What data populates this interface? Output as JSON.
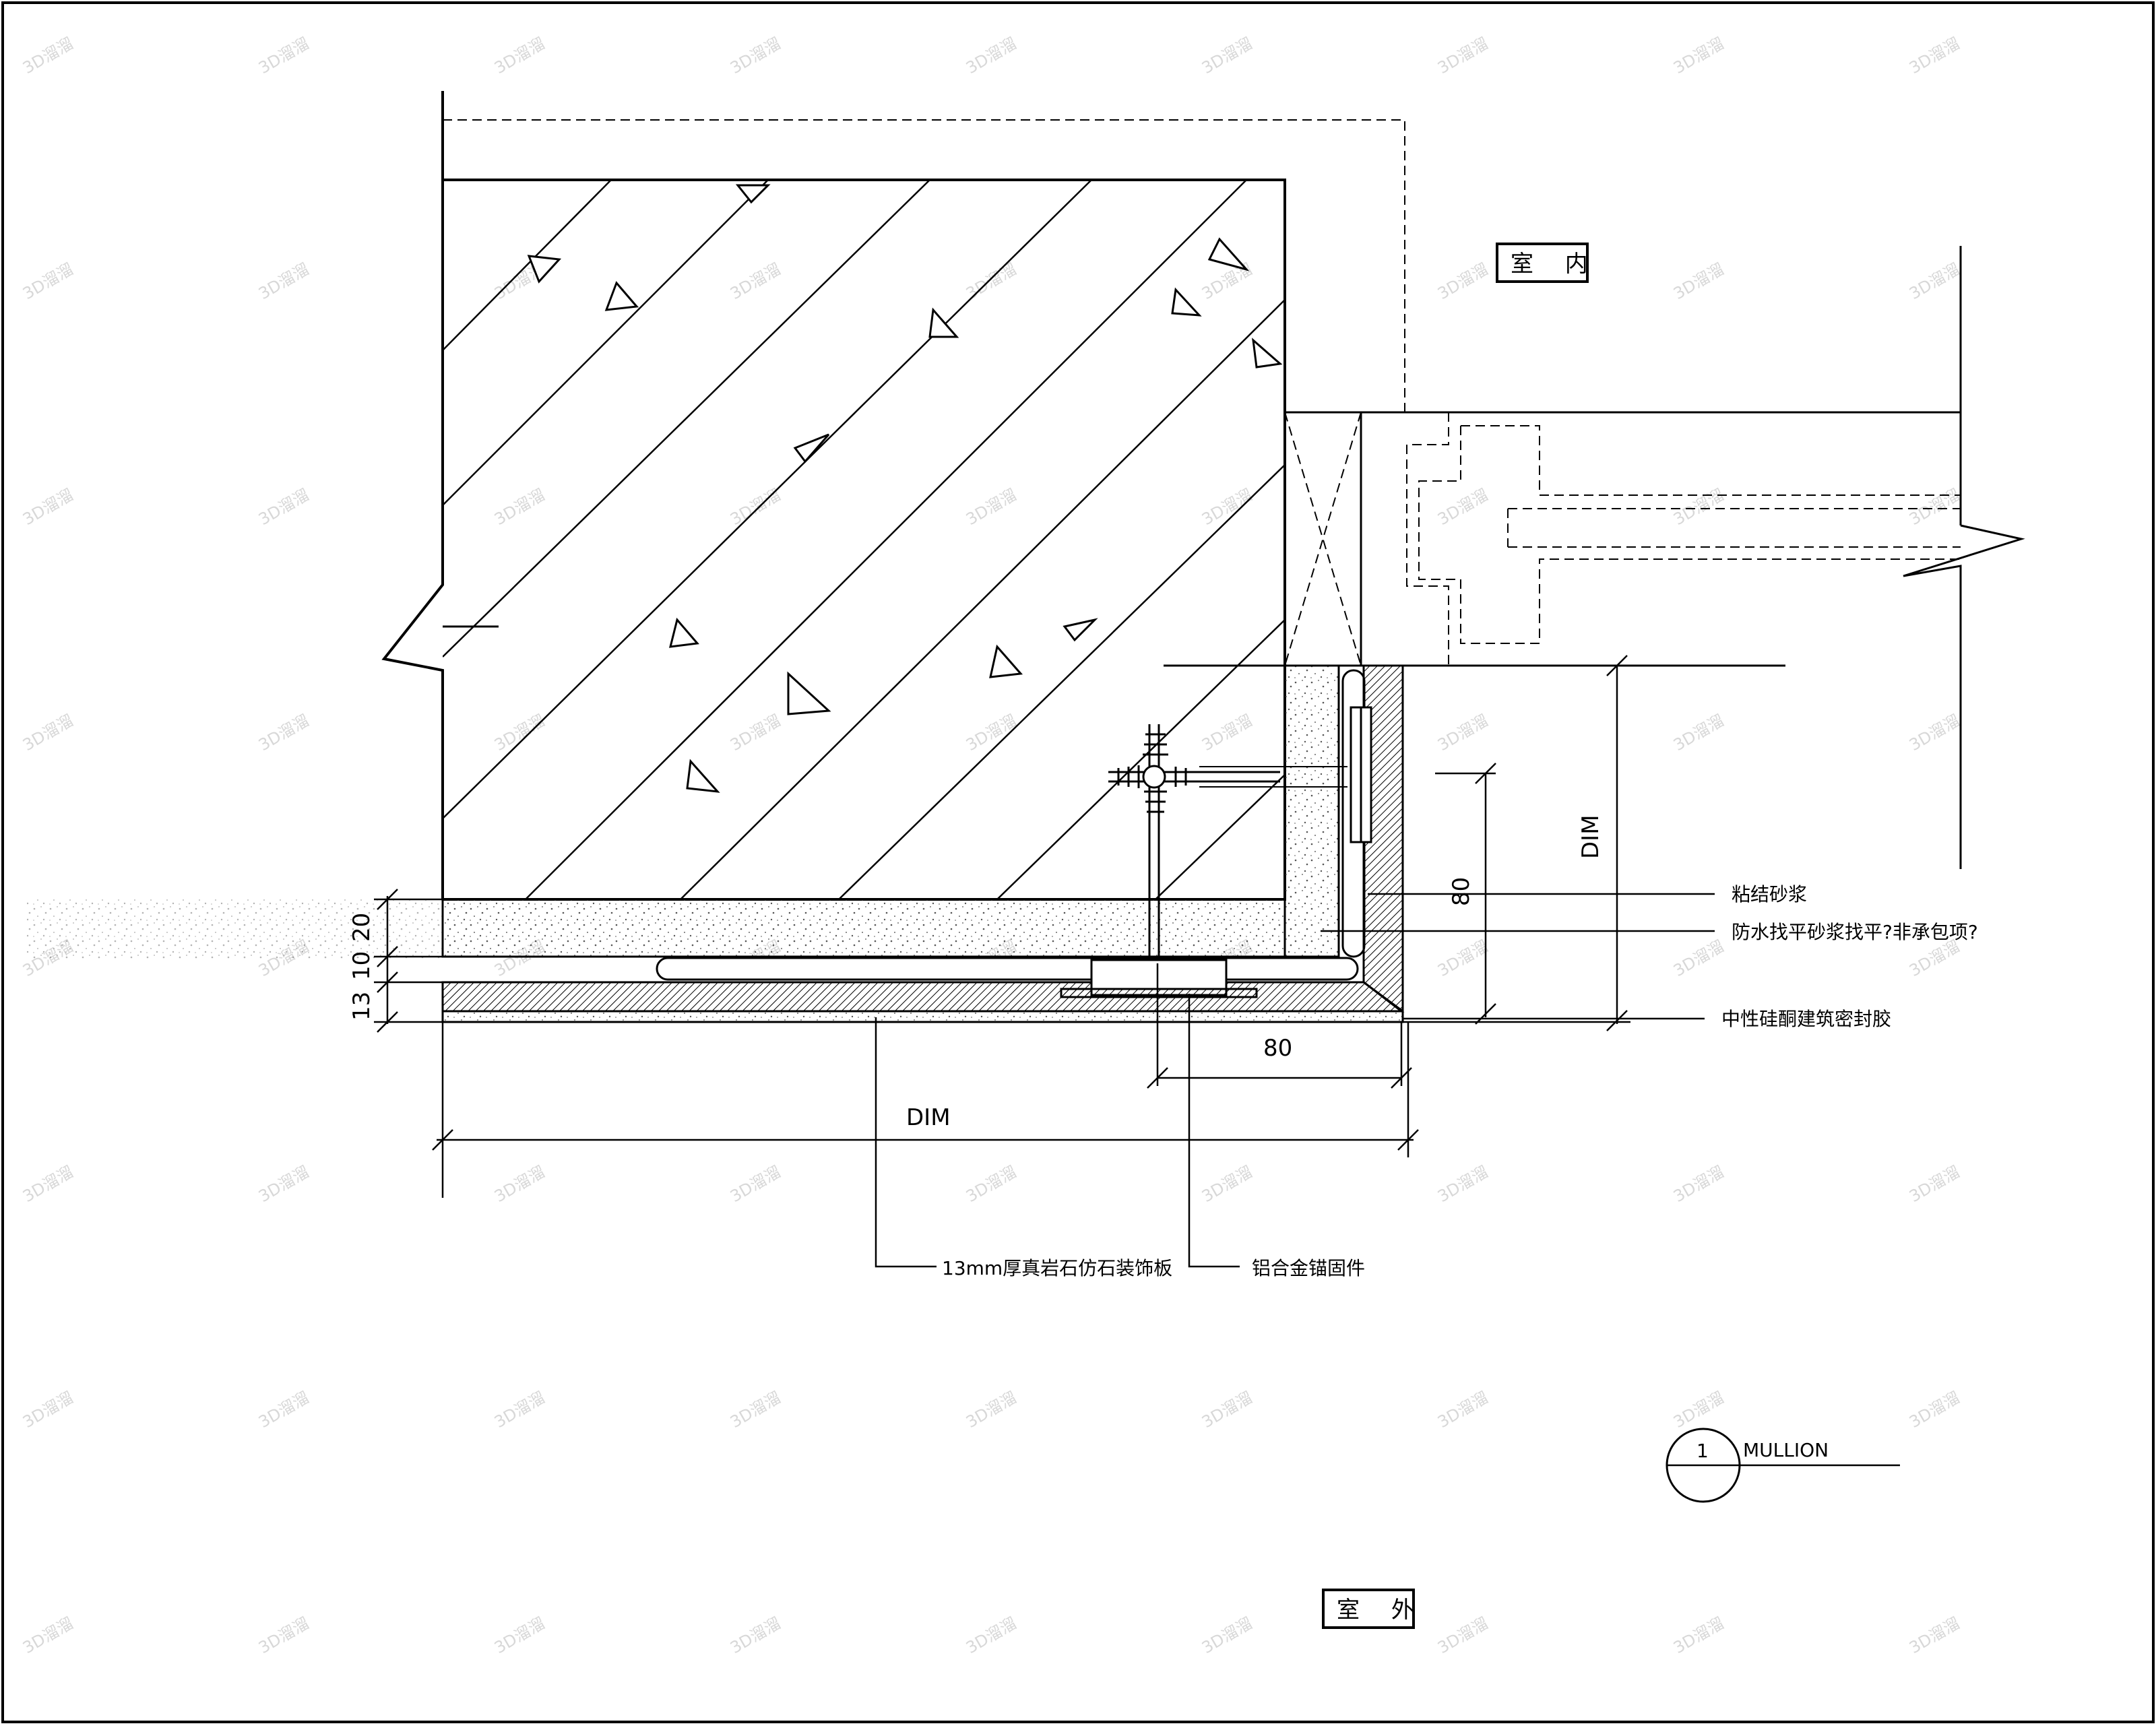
{
  "labels": {
    "interior": "室 内",
    "exterior": "室 外",
    "bonding_mortar": "粘结砂浆",
    "waterproof_leveling": "防水找平砂浆找平?非承包项?",
    "sealant": "中性硅酮建筑密封胶",
    "panel": "13mm厚真岩石仿石装饰板",
    "anchor": "铝合金锚固件"
  },
  "dimensions": {
    "horizontal_80": "80",
    "vertical_80": "80",
    "overall_horizontal": "DIM",
    "overall_vertical": "DIM",
    "stack_13": "13",
    "stack_10": "10",
    "stack_20": "20"
  },
  "callout": {
    "number": "1",
    "title": "MULLION"
  },
  "watermark": "3D溜溜"
}
